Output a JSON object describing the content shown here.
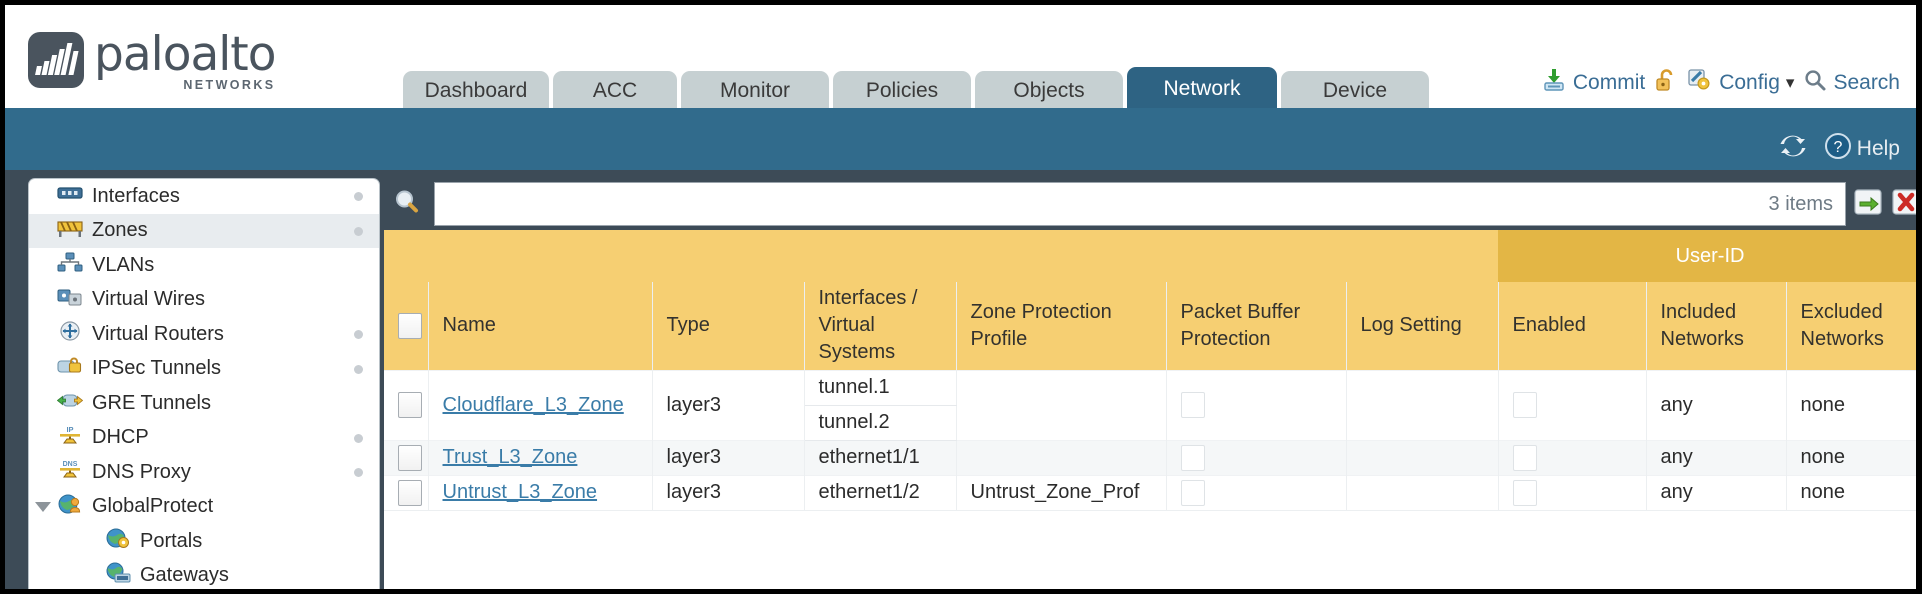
{
  "brand": {
    "name": "paloalto",
    "tagline": "NETWORKS",
    "registered": "®"
  },
  "nav": {
    "tabs": [
      {
        "label": "Dashboard",
        "active": false
      },
      {
        "label": "ACC",
        "active": false
      },
      {
        "label": "Monitor",
        "active": false
      },
      {
        "label": "Policies",
        "active": false
      },
      {
        "label": "Objects",
        "active": false
      },
      {
        "label": "Network",
        "active": true
      },
      {
        "label": "Device",
        "active": false
      }
    ]
  },
  "topactions": {
    "commit": "Commit",
    "config": "Config",
    "search": "Search",
    "lock_icon": "unlocked-padlock-icon",
    "commit_icon": "commit-save-icon",
    "config_icon": "config-key-icon",
    "search_icon": "magnifier-icon",
    "caret": "▾"
  },
  "subbar": {
    "refresh_icon": "refresh-icon",
    "help_label": "Help",
    "help_icon": "help-question-icon"
  },
  "sidebar": {
    "items": [
      {
        "label": "Interfaces",
        "icon": "interfaces-icon",
        "selected": false,
        "dot": true,
        "child": false,
        "expander": false
      },
      {
        "label": "Zones",
        "icon": "zones-icon",
        "selected": true,
        "dot": true,
        "child": false,
        "expander": false
      },
      {
        "label": "VLANs",
        "icon": "vlans-icon",
        "selected": false,
        "dot": false,
        "child": false,
        "expander": false
      },
      {
        "label": "Virtual Wires",
        "icon": "virtual-wires-icon",
        "selected": false,
        "dot": false,
        "child": false,
        "expander": false
      },
      {
        "label": "Virtual Routers",
        "icon": "virtual-routers-icon",
        "selected": false,
        "dot": true,
        "child": false,
        "expander": false
      },
      {
        "label": "IPSec Tunnels",
        "icon": "ipsec-tunnels-icon",
        "selected": false,
        "dot": true,
        "child": false,
        "expander": false
      },
      {
        "label": "GRE Tunnels",
        "icon": "gre-tunnels-icon",
        "selected": false,
        "dot": false,
        "child": false,
        "expander": false
      },
      {
        "label": "DHCP",
        "icon": "dhcp-icon",
        "selected": false,
        "dot": true,
        "child": false,
        "expander": false
      },
      {
        "label": "DNS Proxy",
        "icon": "dns-proxy-icon",
        "selected": false,
        "dot": true,
        "child": false,
        "expander": false
      },
      {
        "label": "GlobalProtect",
        "icon": "globalprotect-icon",
        "selected": false,
        "dot": false,
        "child": false,
        "expander": true
      },
      {
        "label": "Portals",
        "icon": "portals-icon",
        "selected": false,
        "dot": false,
        "child": true,
        "expander": false
      },
      {
        "label": "Gateways",
        "icon": "gateways-icon",
        "selected": false,
        "dot": false,
        "child": true,
        "expander": false
      }
    ]
  },
  "search": {
    "value": "",
    "placeholder": "",
    "items_count": "3 items",
    "apply_icon": "green-arrow-apply-icon",
    "clear_icon": "red-x-clear-icon",
    "magnifier_icon": "magnifier-icon"
  },
  "table": {
    "group_header": "User-ID",
    "columns": [
      "Name",
      "Type",
      "Interfaces / Virtual Systems",
      "Zone Protection Profile",
      "Packet Buffer Protection",
      "Log Setting",
      "Enabled",
      "Included Networks",
      "Excluded Networks"
    ],
    "rows": [
      {
        "name": "Cloudflare_L3_Zone",
        "type": "layer3",
        "interfaces": [
          "tunnel.1",
          "tunnel.2"
        ],
        "zone_protection_profile": "",
        "packet_buffer_protection": false,
        "log_setting": "",
        "userid_enabled": false,
        "included_networks": "any",
        "excluded_networks": "none"
      },
      {
        "name": "Trust_L3_Zone",
        "type": "layer3",
        "interfaces": [
          "ethernet1/1"
        ],
        "zone_protection_profile": "",
        "packet_buffer_protection": false,
        "log_setting": "",
        "userid_enabled": false,
        "included_networks": "any",
        "excluded_networks": "none"
      },
      {
        "name": "Untrust_L3_Zone",
        "type": "layer3",
        "interfaces": [
          "ethernet1/2"
        ],
        "zone_protection_profile": "Untrust_Zone_Prof",
        "packet_buffer_protection": false,
        "log_setting": "",
        "userid_enabled": false,
        "included_networks": "any",
        "excluded_networks": "none"
      }
    ]
  },
  "colors": {
    "brand_dark": "#4a545e",
    "nav_active": "#2e6383",
    "nav_inactive": "#c6d0d2",
    "subbar_blue": "#316b8c",
    "page_bg": "#3d4b57",
    "table_header": "#f6cf72",
    "table_group_header": "#e3b645",
    "link_blue": "#3a7ca8"
  }
}
